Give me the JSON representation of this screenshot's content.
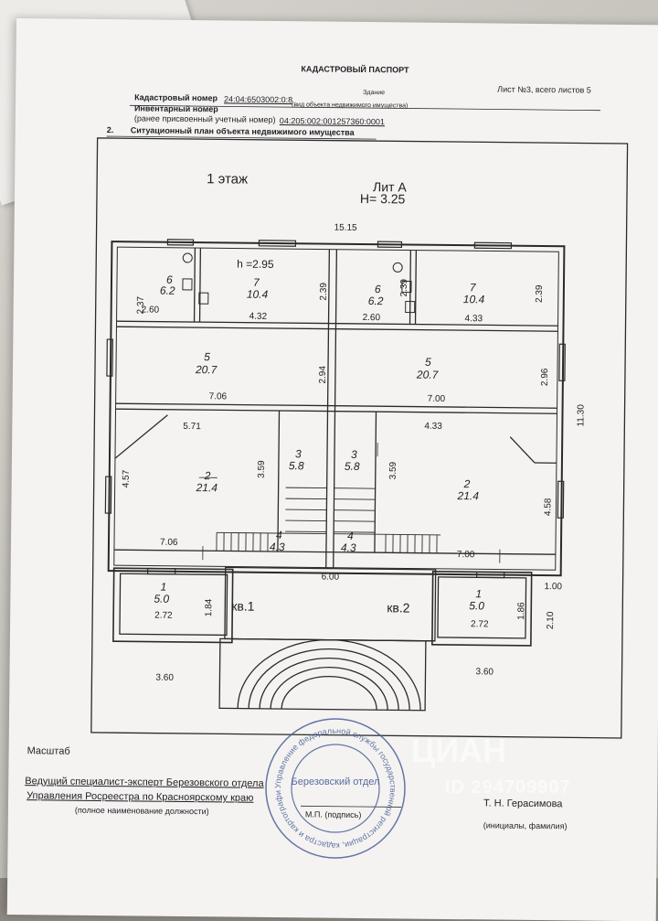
{
  "header": {
    "title": "КАДАСТРОВЫЙ ПАСПОРТ",
    "object_type": "Здание",
    "object_type_caption": "(вид объекта недвижимого имущества)",
    "sheet_label": "Лист №3, всего листов 5",
    "cadastral_number_label": "Кадастровый номер",
    "cadastral_number": "24:04:6503002:0:8",
    "inventory_number_label": "Инвентарный номер",
    "prior_number_label": "(ранее присвоенный учетный номер)",
    "prior_number": "04:205:002:001257360:0001",
    "section_number": "2.",
    "section_title": "Ситуационный план объекта недвижимого имущества"
  },
  "plan": {
    "floor_label": "1 этаж",
    "litera": "Лит А",
    "height_total": "H= 3.25",
    "height_room": "h =2.95",
    "apartment_1": "кв.1",
    "apartment_2": "кв.2",
    "dims": {
      "top_width": "15.15",
      "right_height": "11.30",
      "porch_width": "6.00",
      "left_offset": "3.60",
      "right_offset": "3.60",
      "d_100": "1.00",
      "d_210": "2.10",
      "d_237": "2.37",
      "d_260a": "2.60",
      "d_432": "4.32",
      "d_239a": "2.39",
      "d_239b": "2.39",
      "d_260b": "2.60",
      "d_433a": "4.33",
      "d_239c": "2.39",
      "d_294": "2.94",
      "d_296": "2.96",
      "d_706a": "7.06",
      "d_700a": "7.00",
      "d_571": "5.71",
      "d_433b": "4.33",
      "d_457": "4.57",
      "d_359a": "3.59",
      "d_359b": "3.59",
      "d_458": "4.58",
      "d_706b": "7.06",
      "d_700b": "7.00",
      "d_184": "1.84",
      "d_186": "1.86",
      "d_272a": "2.72",
      "d_272b": "2.72"
    },
    "rooms": [
      {
        "num": "6",
        "area": "6.2"
      },
      {
        "num": "7",
        "area": "10.4"
      },
      {
        "num": "6",
        "area": "6.2"
      },
      {
        "num": "7",
        "area": "10.4"
      },
      {
        "num": "5",
        "area": "20.7"
      },
      {
        "num": "5",
        "area": "20.7"
      },
      {
        "num": "2",
        "area": "21.4"
      },
      {
        "num": "3",
        "area": "5.8"
      },
      {
        "num": "3",
        "area": "5.8"
      },
      {
        "num": "2",
        "area": "21.4"
      },
      {
        "num": "4",
        "area": "4.3"
      },
      {
        "num": "4",
        "area": "4.3"
      },
      {
        "num": "1",
        "area": "5.0"
      },
      {
        "num": "1",
        "area": "5.0"
      }
    ]
  },
  "footer": {
    "scale_label": "Масштаб",
    "position_line1": "Ведущий специалист-эксперт Березовского отдела",
    "position_line2": "Управления Росреестра по Красноярскому краю",
    "position_caption": "(полное наименование должности)",
    "signature_caption": "М.П. (подпись)",
    "signer_name": "Т. Н. Герасимова",
    "signer_caption": "(инициалы, фамилия)"
  },
  "stamp": {
    "center_text": "Березовский отдел",
    "ring_text": "Управление федеральной службы государственной регистрации, кадастра и картографии по Красноярскому краю"
  },
  "watermark": {
    "brand": "ЦИАН",
    "id_text": "ID 294709907"
  }
}
